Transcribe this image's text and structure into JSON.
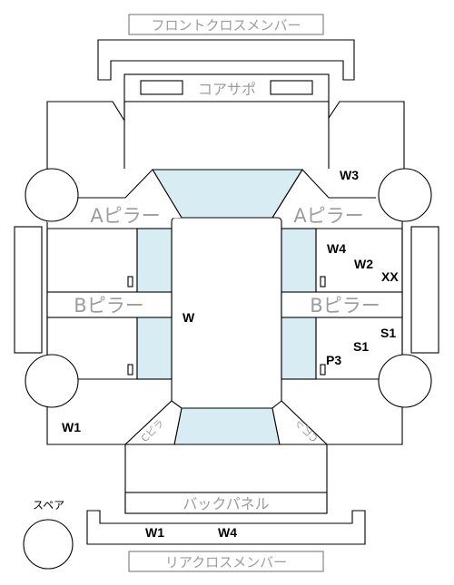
{
  "labels": {
    "front_cross_member": "フロントクロスメンバー",
    "core_support": "コアサポ",
    "a_pillar": "Aピラー",
    "b_pillar": "Bピラー",
    "c_pillar": "Cピラ",
    "back_panel": "バックパネル",
    "rear_cross_member": "リアクロスメンバー",
    "spare": "スペア"
  },
  "marks": {
    "w3": "W3",
    "w4_right": "W4",
    "w2": "W2",
    "xx": "XX",
    "w_center": "W",
    "s1_upper": "S1",
    "s1_lower": "S1",
    "p3": "P3",
    "w1_left": "W1",
    "w1_rear": "W1",
    "w4_rear": "W4"
  },
  "colors": {
    "glass": "#d8ecf3",
    "label_gray": "#9c9c9c",
    "outline": "#000000"
  }
}
